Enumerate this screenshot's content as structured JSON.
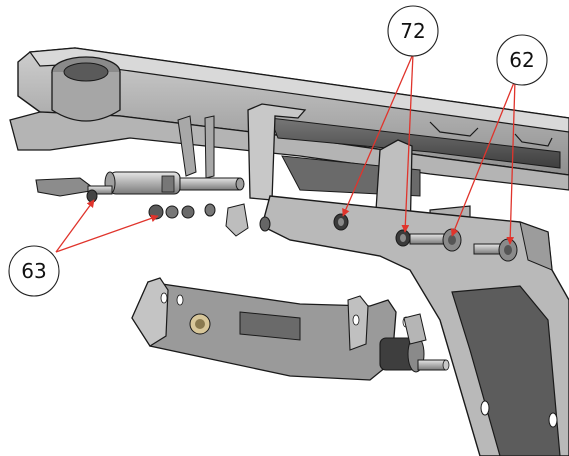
{
  "figure": {
    "callouts": [
      {
        "id": "callout-72",
        "label": "72"
      },
      {
        "id": "callout-62",
        "label": "62"
      },
      {
        "id": "callout-63",
        "label": "63"
      }
    ]
  },
  "colors": {
    "background": "#ffffff",
    "part_light": "#bdbdbd",
    "part_mid": "#9a9a9a",
    "part_dark": "#555555",
    "edge": "#1a1a1a",
    "leader": "#e0342c",
    "callout_border": "#222222"
  }
}
